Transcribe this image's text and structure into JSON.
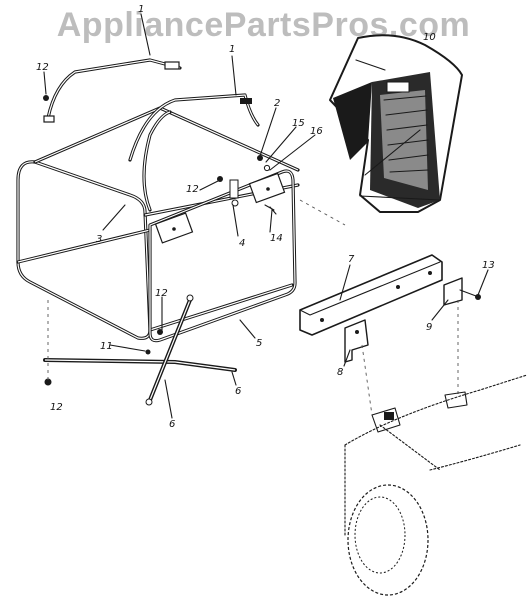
{
  "watermark": "AppliancePartsPros.com",
  "callouts": [
    {
      "id": "c1a",
      "text": "1"
    },
    {
      "id": "c1b",
      "text": "1"
    },
    {
      "id": "c2",
      "text": "2"
    },
    {
      "id": "c3",
      "text": "3"
    },
    {
      "id": "c4",
      "text": "4"
    },
    {
      "id": "c5",
      "text": "5"
    },
    {
      "id": "c6a",
      "text": "6"
    },
    {
      "id": "c6b",
      "text": "6"
    },
    {
      "id": "c7",
      "text": "7"
    },
    {
      "id": "c8",
      "text": "8"
    },
    {
      "id": "c9",
      "text": "9"
    },
    {
      "id": "c10",
      "text": "10"
    },
    {
      "id": "c11",
      "text": "11"
    },
    {
      "id": "c12a",
      "text": "12"
    },
    {
      "id": "c12b",
      "text": "12"
    },
    {
      "id": "c12c",
      "text": "12"
    },
    {
      "id": "c12d",
      "text": "12"
    },
    {
      "id": "c13",
      "text": "13"
    },
    {
      "id": "c14",
      "text": "14"
    },
    {
      "id": "c15",
      "text": "15"
    },
    {
      "id": "c16",
      "text": "16"
    }
  ]
}
